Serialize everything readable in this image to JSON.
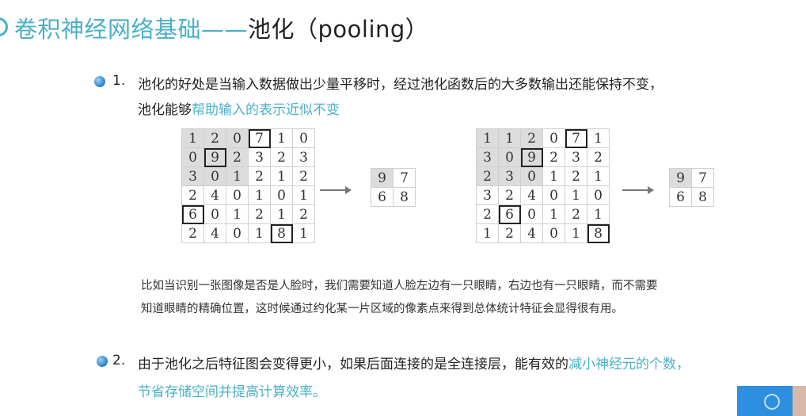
{
  "title": {
    "main": "卷积神经网络基础——",
    "sub": "池化（pooling）"
  },
  "point1": {
    "number": "1.",
    "line1": "池化的好处是当输入数据做出少量平移时，经过池化函数后的大多数输出还能保持不变，",
    "line2_prefix": "池化能够",
    "line2_highlight": "帮助输入的表示近似不变"
  },
  "figure": {
    "left_input": [
      [
        1,
        2,
        0,
        7,
        1,
        0
      ],
      [
        0,
        9,
        2,
        3,
        2,
        3
      ],
      [
        3,
        0,
        1,
        2,
        1,
        2
      ],
      [
        2,
        4,
        0,
        1,
        0,
        1
      ],
      [
        6,
        0,
        1,
        2,
        1,
        2
      ],
      [
        2,
        4,
        0,
        1,
        8,
        1
      ]
    ],
    "left_output": [
      [
        9,
        7
      ],
      [
        6,
        8
      ]
    ],
    "right_input": [
      [
        1,
        1,
        2,
        0,
        7,
        1
      ],
      [
        3,
        0,
        9,
        2,
        3,
        2
      ],
      [
        2,
        3,
        0,
        1,
        2,
        1
      ],
      [
        3,
        2,
        4,
        0,
        1,
        0
      ],
      [
        2,
        6,
        0,
        1,
        2,
        1
      ],
      [
        1,
        2,
        4,
        0,
        1,
        8
      ]
    ],
    "right_output": [
      [
        9,
        7
      ],
      [
        6,
        8
      ]
    ]
  },
  "note": {
    "line1": "比如当识别一张图像是否是人脸时，我们需要知道人脸左边有一只眼睛，右边也有一只眼睛，而不需要",
    "line2": "知道眼睛的精确位置，这时候通过约化某一片区域的像素点来得到总体统计特征会显得很有用。"
  },
  "point2": {
    "number": "2.",
    "line1_prefix": "由于池化之后特征图会变得更小，如果后面连接的是全连接层，能有效的",
    "line1_highlight": "减小神经元的个数，",
    "line2_highlight": "节省存储空间并提高计算效率。"
  },
  "colors": {
    "accent": "#4ab0c8",
    "bullet": "#3b8fd6",
    "shade": "#dcdcdc"
  }
}
